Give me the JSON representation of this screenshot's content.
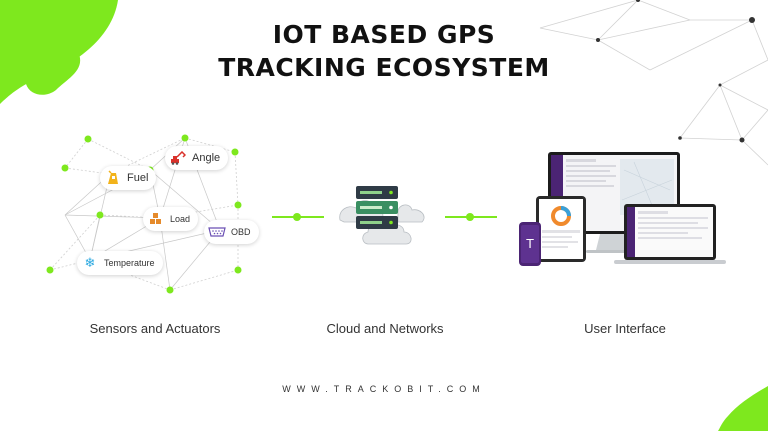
{
  "title": {
    "line1": "IOT BASED GPS",
    "line2": "TRACKING ECOSYSTEM"
  },
  "sensors": [
    {
      "label": "Angle",
      "icon": "excavator-icon"
    },
    {
      "label": "Fuel",
      "icon": "fuel-pump-icon"
    },
    {
      "label": "Load",
      "icon": "load-boxes-icon"
    },
    {
      "label": "OBD",
      "icon": "obd-connector-icon"
    },
    {
      "label": "Temperature",
      "icon": "snowflake-icon"
    }
  ],
  "sections": {
    "sensors": "Sensors and Actuators",
    "cloud": "Cloud and Networks",
    "ui": "User Interface"
  },
  "footer": "WWW.TRACKOBIT.COM",
  "colors": {
    "accent_green": "#7ee81e",
    "title": "#111111",
    "server_green": "#3a8f62",
    "ui_purple": "#5b2a86"
  }
}
